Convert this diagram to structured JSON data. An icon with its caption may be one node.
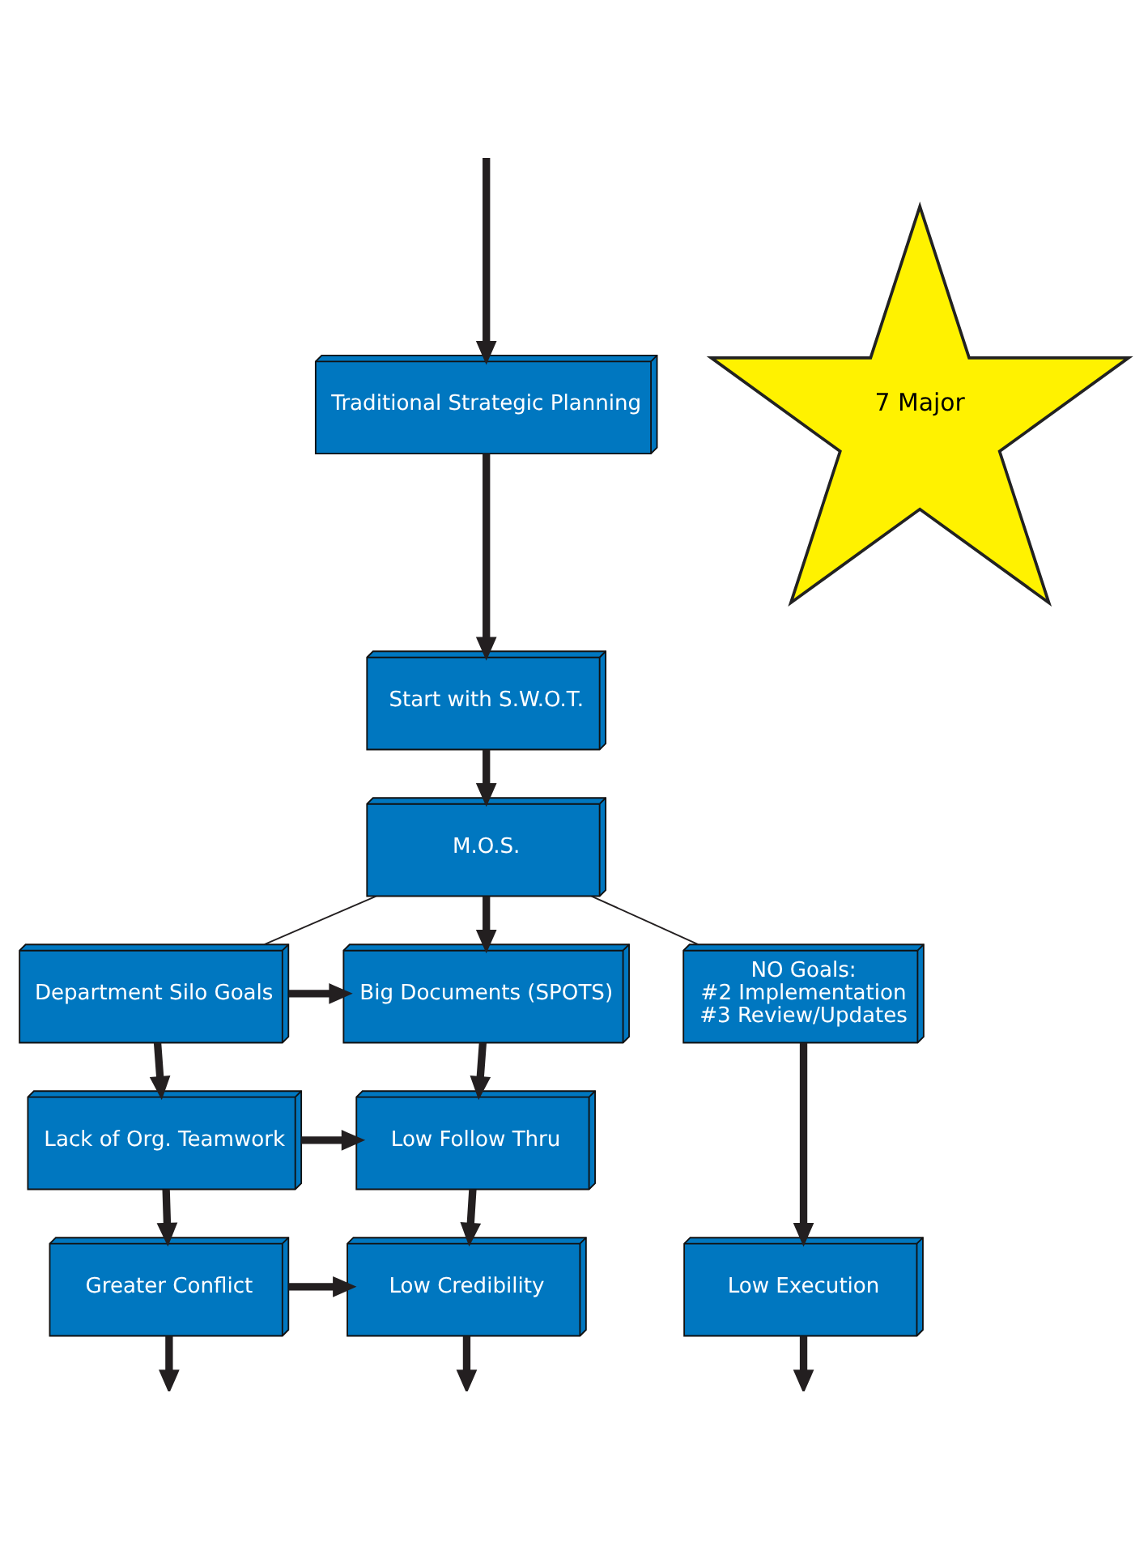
{
  "diagram": {
    "nodes": [
      {
        "text": [
          "Traditional Strategic Planning"
        ]
      },
      {
        "text": [
          "7 Major"
        ]
      },
      {
        "text": [
          "Start with S.W.O.T."
        ]
      },
      {
        "text": [
          "M.O.S."
        ]
      },
      {
        "text": [
          "Department Silo Goals"
        ]
      },
      {
        "text": [
          "Big Documents (SPOTS)"
        ]
      },
      {
        "text": [
          "NO Goals:",
          "#2 Implementation",
          "#3 Review/Updates"
        ]
      },
      {
        "text": [
          "Lack of Org. Teamwork"
        ]
      },
      {
        "text": [
          "Low Follow Thru"
        ]
      },
      {
        "text": [
          "Greater Conflict"
        ]
      },
      {
        "text": [
          "Low Credibility"
        ]
      },
      {
        "text": [
          "Low Execution"
        ]
      }
    ],
    "edges": [
      {
        "from": null,
        "to": 0,
        "arrow": "to"
      },
      {
        "from": 0,
        "to": 2,
        "arrow": "to"
      },
      {
        "from": 2,
        "to": 3,
        "arrow": "to"
      },
      {
        "from": 3,
        "to": 4,
        "arrow": "none"
      },
      {
        "from": 3,
        "to": 5,
        "arrow": "to"
      },
      {
        "from": 3,
        "to": 6,
        "arrow": "none"
      },
      {
        "from": 4,
        "to": 5,
        "arrow": "to"
      },
      {
        "from": 4,
        "to": 7,
        "arrow": "to"
      },
      {
        "from": 5,
        "to": 8,
        "arrow": "to"
      },
      {
        "from": 7,
        "to": 8,
        "arrow": "to"
      },
      {
        "from": 6,
        "to": 11,
        "arrow": "to"
      },
      {
        "from": 7,
        "to": 9,
        "arrow": "to"
      },
      {
        "from": 8,
        "to": 10,
        "arrow": "to"
      },
      {
        "from": 9,
        "to": 10,
        "arrow": "to"
      },
      {
        "from": 9,
        "to": null,
        "arrow": "to"
      },
      {
        "from": 10,
        "to": null,
        "arrow": "to"
      },
      {
        "from": 11,
        "to": null,
        "arrow": "to"
      }
    ]
  }
}
